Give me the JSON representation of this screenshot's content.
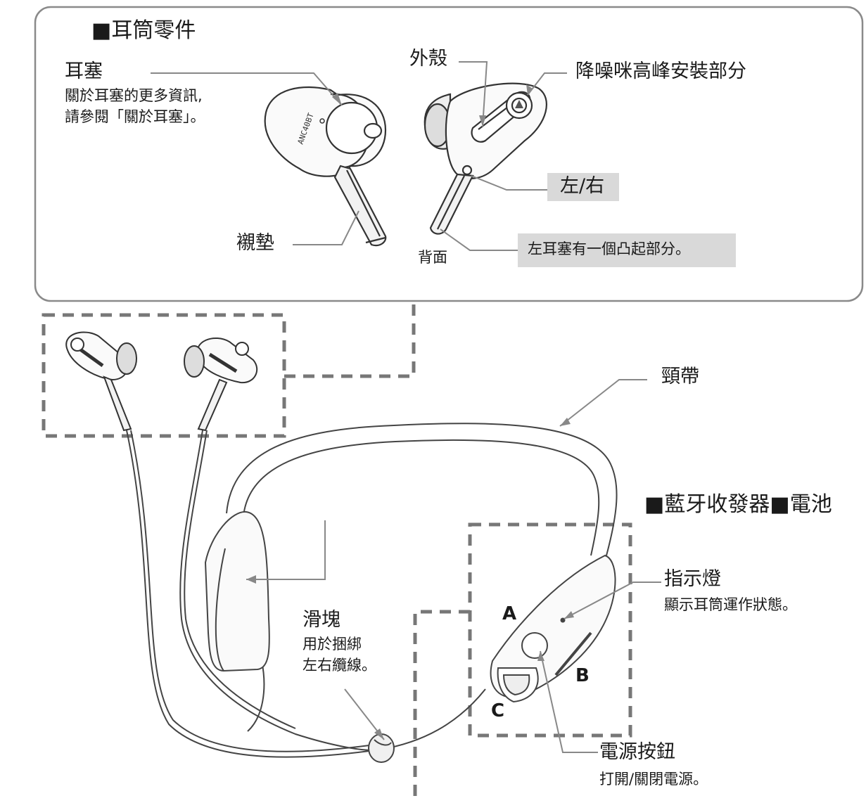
{
  "earpiece_section": {
    "heading": "■耳筒零件",
    "eartip": {
      "label": "耳塞",
      "desc_line1": "關於耳塞的更多資訊,",
      "desc_line2": "請參閱「關於耳塞」。"
    },
    "housing": "外殼",
    "nc_mic": "降噪咪高峰安裝部分",
    "lr_mark": "左/右",
    "cushion": "襯墊",
    "back": "背面",
    "bump_note": "左耳塞有一個凸起部分。",
    "earpiece_text": "ANC40BT"
  },
  "main_section": {
    "neckband": "頸帶",
    "transceiver_heading": "■藍牙收發器■電池",
    "indicator": {
      "label": "指示燈",
      "desc": "顯示耳筒運作狀態。"
    },
    "slider": {
      "label": "滑塊",
      "desc_line1": "用於捆綁",
      "desc_line2": "左右纜線。"
    },
    "power": {
      "label": "電源按鈕",
      "desc": "打開/關閉電源。"
    },
    "button_a": "A",
    "button_b": "B",
    "button_c": "C"
  },
  "colors": {
    "box_border": "#8a8a8a",
    "dash": "#777777",
    "label_bg": "#d9d9d9",
    "line": "#444444",
    "leader": "#888888"
  }
}
